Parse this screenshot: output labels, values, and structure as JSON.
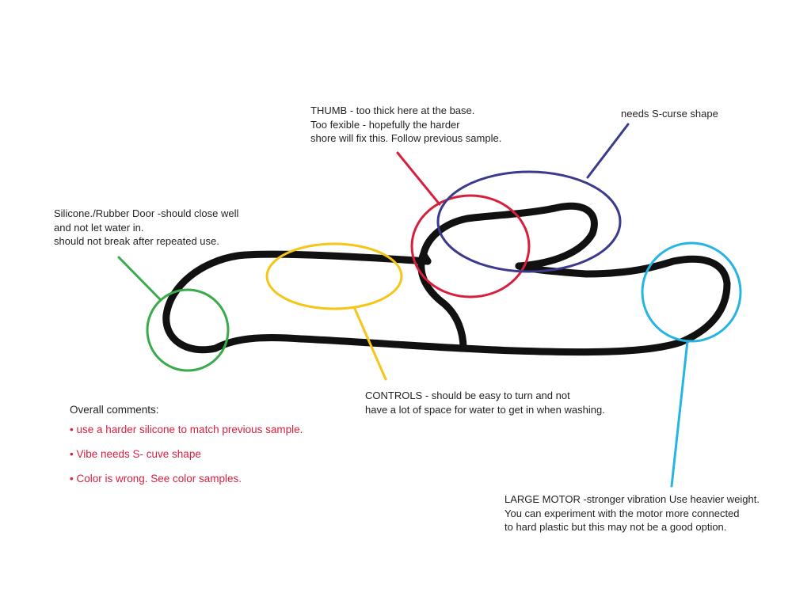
{
  "annotations": {
    "thumb": [
      "THUMB - too thick here at the base.",
      "Too fexible - hopefully the harder",
      "shore will fix this.  Follow previous sample."
    ],
    "s_curve": [
      "needs S-curse shape"
    ],
    "door": [
      "Silicone./Rubber Door -should close well",
      "and not let water in.",
      "should not break after repeated use."
    ],
    "controls": [
      "CONTROLS - should be easy to turn and not",
      "have a lot of space for water to get in when washing."
    ],
    "motor": [
      "LARGE MOTOR -stronger vibration Use heavier weight.",
      "You can experiment with the motor more connected",
      "to hard plastic but this may not be a good option."
    ]
  },
  "overall": {
    "heading": "Overall comments:",
    "items": [
      "• use a harder silicone to match previous sample.",
      "• Vibe needs S- cuve shape",
      "• Color is wrong. See color samples."
    ]
  },
  "colors": {
    "outline": "#111111",
    "text": "#231f20",
    "comment_red": "#d71f3d",
    "door_marker": "#3aab4a",
    "controls_marker": "#f5c518",
    "thumb_marker": "#d71f3d",
    "s_curve_marker": "#3c3a8a",
    "motor_marker": "#26b5e3"
  },
  "icons": {
    "markers": "circle-callout"
  }
}
